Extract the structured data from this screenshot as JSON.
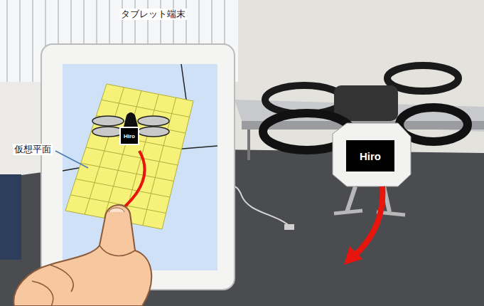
{
  "diagram": {
    "nodes": [
      {
        "text": [
          "Hiro"
        ]
      },
      {
        "text": [
          "Hiro"
        ]
      }
    ],
    "labels": [
      "タブレット端末",
      "仮想平面"
    ]
  }
}
